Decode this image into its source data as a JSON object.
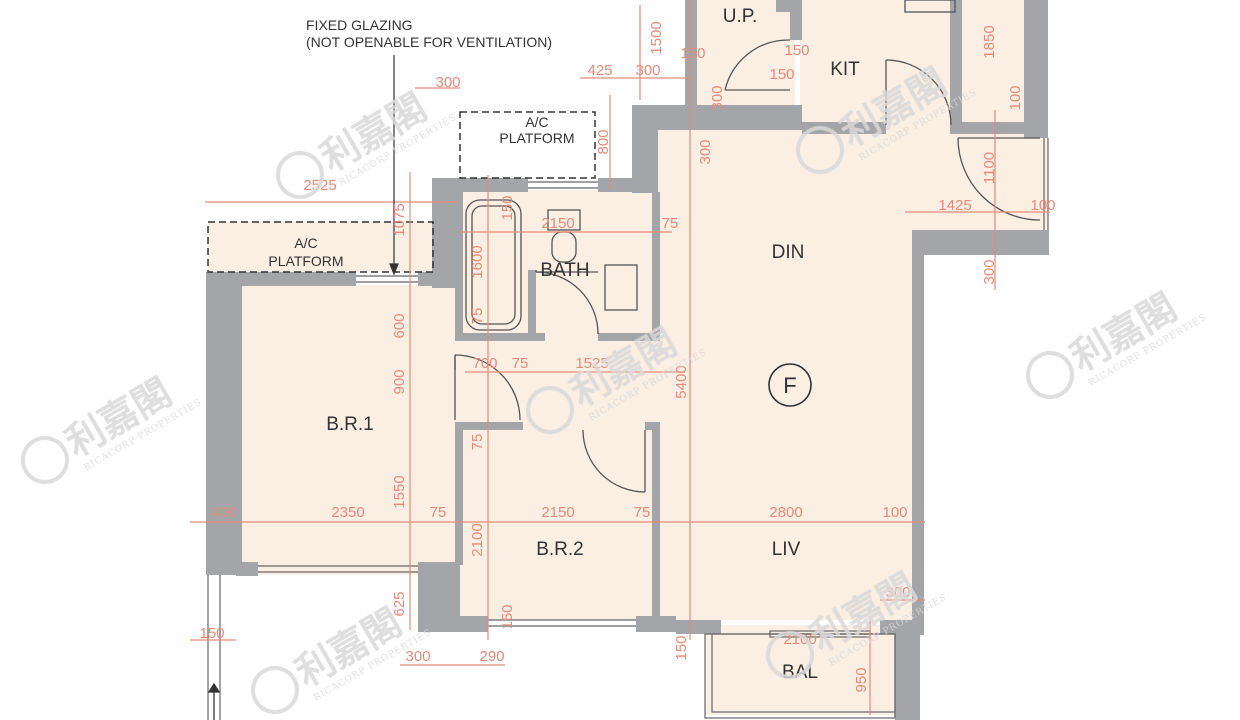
{
  "plan": {
    "colors": {
      "floor": "#fbeee2",
      "wall": "#a3a5a8",
      "dimension": "#e58a7a",
      "outline": "#555555",
      "watermark": "#d8d8d8"
    },
    "rooms": [
      {
        "id": "up",
        "label": "U.P."
      },
      {
        "id": "kit",
        "label": "KIT"
      },
      {
        "id": "din",
        "label": "DIN"
      },
      {
        "id": "bath",
        "label": "BATH"
      },
      {
        "id": "br1",
        "label": "B.R.1"
      },
      {
        "id": "br2",
        "label": "B.R.2"
      },
      {
        "id": "liv",
        "label": "LIV"
      },
      {
        "id": "bal",
        "label": "BAL"
      }
    ],
    "flat_marker": "F",
    "notes": {
      "glazing_line1": "FIXED GLAZING",
      "glazing_line2": "(NOT OPENABLE FOR VENTILATION)",
      "ac_top_line1": "A/C",
      "ac_top_line2": "PLATFORM",
      "ac_left_line1": "A/C",
      "ac_left_line2": "PLATFORM"
    },
    "dimensions": {
      "d1500": "1500",
      "d150a": "150",
      "d150b": "150",
      "d150c": "150",
      "d1850": "1850",
      "d100a": "100",
      "d425": "425",
      "d300a": "300",
      "d300b": "300",
      "d300c": "300",
      "d800": "800",
      "d300d": "300",
      "d1100": "1100",
      "d1425": "1425",
      "d100b": "100",
      "d300e": "300",
      "d2525": "2525",
      "d1075": "1075",
      "d150d": "150",
      "d2150a": "2150",
      "d75a": "75",
      "d1600": "1600",
      "d75b": "75",
      "d600": "600",
      "d700": "700",
      "d75c": "75",
      "d1525": "1525",
      "d900": "900",
      "d5400": "5400",
      "d75d": "75",
      "d1550": "1550",
      "d400": "400",
      "d2350": "2350",
      "d75e": "75",
      "d2150b": "2150",
      "d75f": "75",
      "d2800": "2800",
      "d100c": "100",
      "d2100a": "2100",
      "d300f": "300",
      "d625": "625",
      "d150e": "150",
      "d150f": "150",
      "d2100b": "2100",
      "d150g": "150",
      "d950": "950",
      "d300g": "300",
      "d290": "290"
    },
    "watermark": {
      "text": "利嘉閣",
      "sub": "RICACORP PROPERTIES"
    }
  }
}
